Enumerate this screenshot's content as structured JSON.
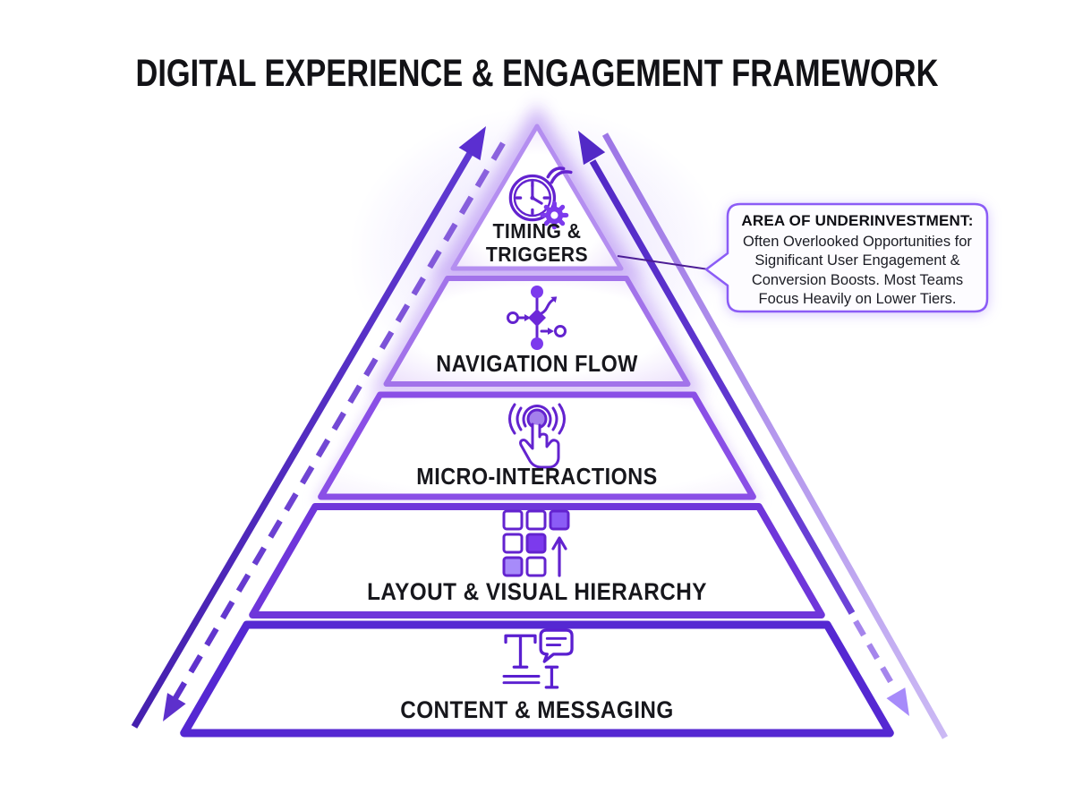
{
  "title": "DIGITAL EXPERIENCE & ENGAGEMENT FRAMEWORK",
  "pyramid": {
    "tiers": [
      {
        "label": "TIMING & TRIGGERS",
        "icon": "clock-gear-triggers-icon"
      },
      {
        "label": "NAVIGATION FLOW",
        "icon": "navigation-flow-icon"
      },
      {
        "label": "MICRO-INTERACTIONS",
        "icon": "tap-gesture-icon"
      },
      {
        "label": "LAYOUT & VISUAL HIERARCHY",
        "icon": "layout-grid-arrow-icon"
      },
      {
        "label": "CONTENT & MESSAGING",
        "icon": "text-message-icon"
      }
    ]
  },
  "callout": {
    "heading": "AREA OF UNDERINVESTMENT:",
    "body": "Often Overlooked Opportunities for Significant User Engagement & Conversion Boosts. Most Teams Focus Heavily on Lower Tiers."
  },
  "arrows": {
    "left_up_arrow": "solid ascending arrow",
    "left_down_arrow": "dashed descending arrow",
    "right_up_arrow": "solid ascending arrow",
    "right_down_arrow": "dashed descending arrow"
  },
  "colors": {
    "title_text": "#121216",
    "label_text": "#17171c",
    "tier1_border": "#b48ef0",
    "tier2_border": "#a273ea",
    "tier3_border": "#8a4fe6",
    "tier4_border": "#6f36da",
    "tier5_border": "#5528d2",
    "arrow_dark": "#4a23c0",
    "arrow_light": "#c3aef2",
    "icon_stroke": "#6323cf",
    "icon_fill": "#7c3aed",
    "glow": "#c9aef5",
    "callout_border": "#8b5cf6"
  }
}
